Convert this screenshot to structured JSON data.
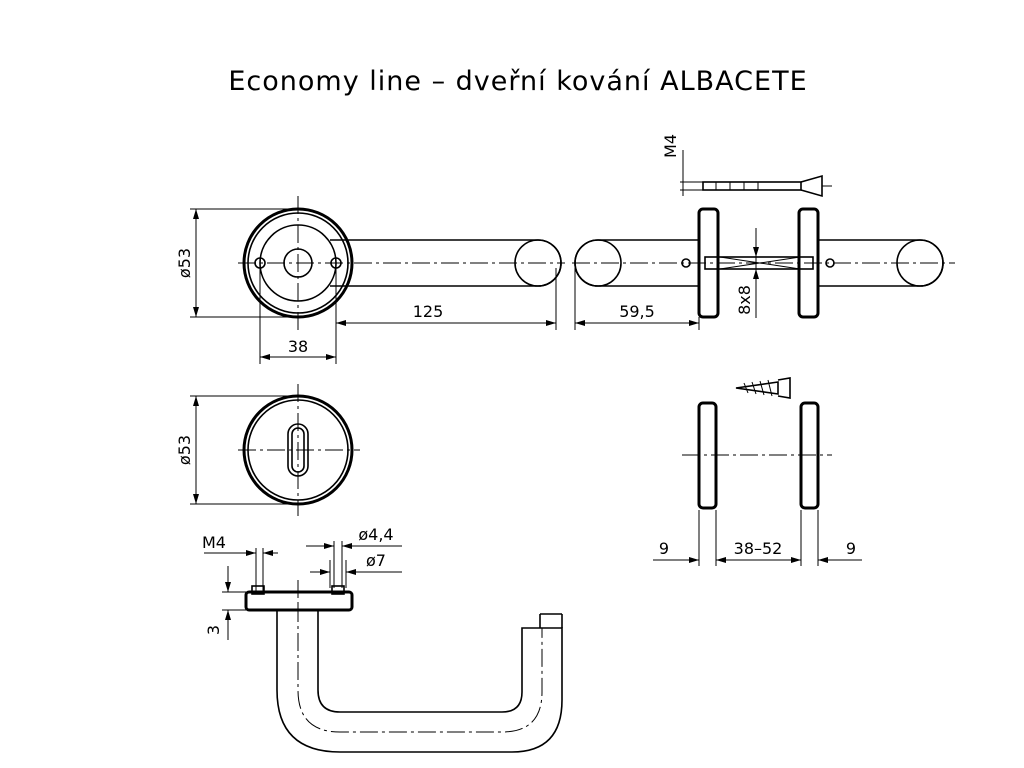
{
  "title": "Economy line – dveřní kování ALBACETE",
  "dimensions": {
    "diameter_top": "ø53",
    "length_125": "125",
    "length_38": "38",
    "length_59_5": "59,5",
    "square_8x8": "8x8",
    "thread_m4_top": "M4",
    "diameter_mid": "ø53",
    "thread_m4_bottom": "M4",
    "hole_4_4": "ø4,4",
    "hole_7": "ø7",
    "height_3": "3",
    "width_9_left": "9",
    "door_range": "38–52",
    "width_9_right": "9"
  }
}
